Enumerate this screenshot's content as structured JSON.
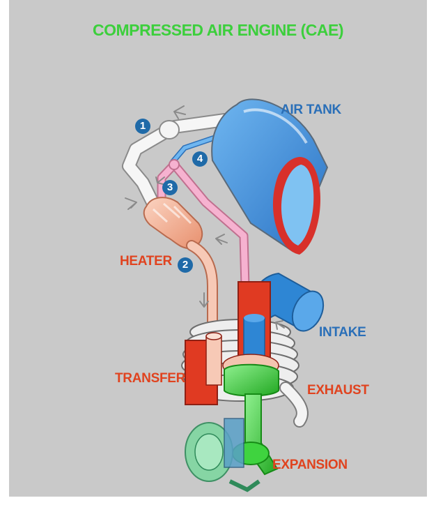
{
  "title": "COMPRESSED AIR ENGINE (CAE)",
  "labels": {
    "air_tank": "AIR TANK",
    "heater": "HEATER",
    "intake": "INTAKE",
    "transfer": "TRANSFER",
    "exhaust": "EXHAUST",
    "expansion": "EXPANSION"
  },
  "markers": [
    "1",
    "2",
    "3",
    "4"
  ],
  "colors": {
    "title": "#3ccf3c",
    "air_tank_label": "#2a6fb8",
    "intake_label": "#2a6fb8",
    "component_labels": "#e0431f",
    "marker_fill": "#1f6aa8",
    "tank_blue": "#3a8fd8",
    "tank_rim": "#d8302a",
    "pipe_pink": "#f2a6c8",
    "heater_salmon": "#f4b49a",
    "cylinder_red": "#e03a22",
    "piston_green": "#33d033",
    "background": "#c9c9c9"
  }
}
